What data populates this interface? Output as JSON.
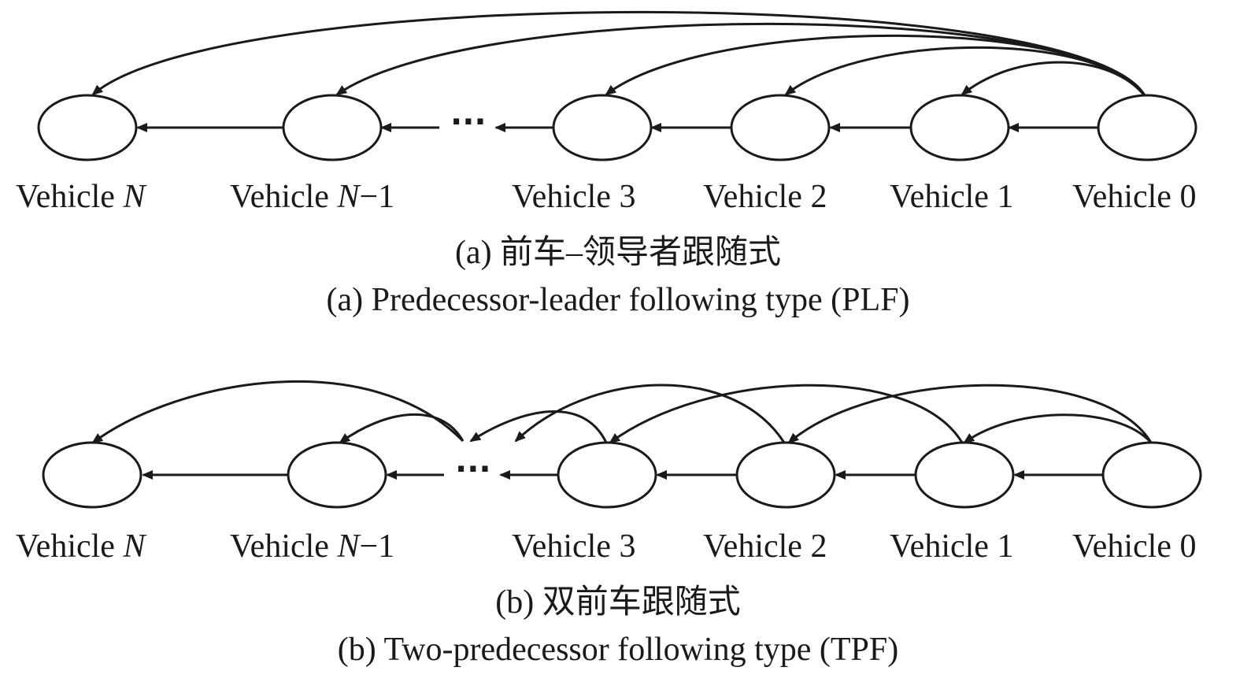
{
  "panels": [
    {
      "id": "plf",
      "vehicles": [
        {
          "prefix": "Vehicle ",
          "suffix": "N"
        },
        {
          "prefix": "Vehicle ",
          "suffix": "N",
          "tail": "−1"
        },
        {
          "prefix": "Vehicle 3"
        },
        {
          "prefix": "Vehicle 2"
        },
        {
          "prefix": "Vehicle 1"
        },
        {
          "prefix": "Vehicle 0"
        }
      ],
      "ellipsis": "···",
      "caption_zh": "(a) 前车–领导者跟随式",
      "caption_en": "(a) Predecessor-leader following type (PLF)"
    },
    {
      "id": "tpf",
      "vehicles": [
        {
          "prefix": "Vehicle ",
          "suffix": "N"
        },
        {
          "prefix": "Vehicle ",
          "suffix": "N",
          "tail": "−1"
        },
        {
          "prefix": "Vehicle 3"
        },
        {
          "prefix": "Vehicle 2"
        },
        {
          "prefix": "Vehicle 1"
        },
        {
          "prefix": "Vehicle 0"
        }
      ],
      "ellipsis": "···",
      "caption_zh": "(b) 双前车跟随式",
      "caption_en": "(b) Two-predecessor following type (TPF)"
    }
  ]
}
